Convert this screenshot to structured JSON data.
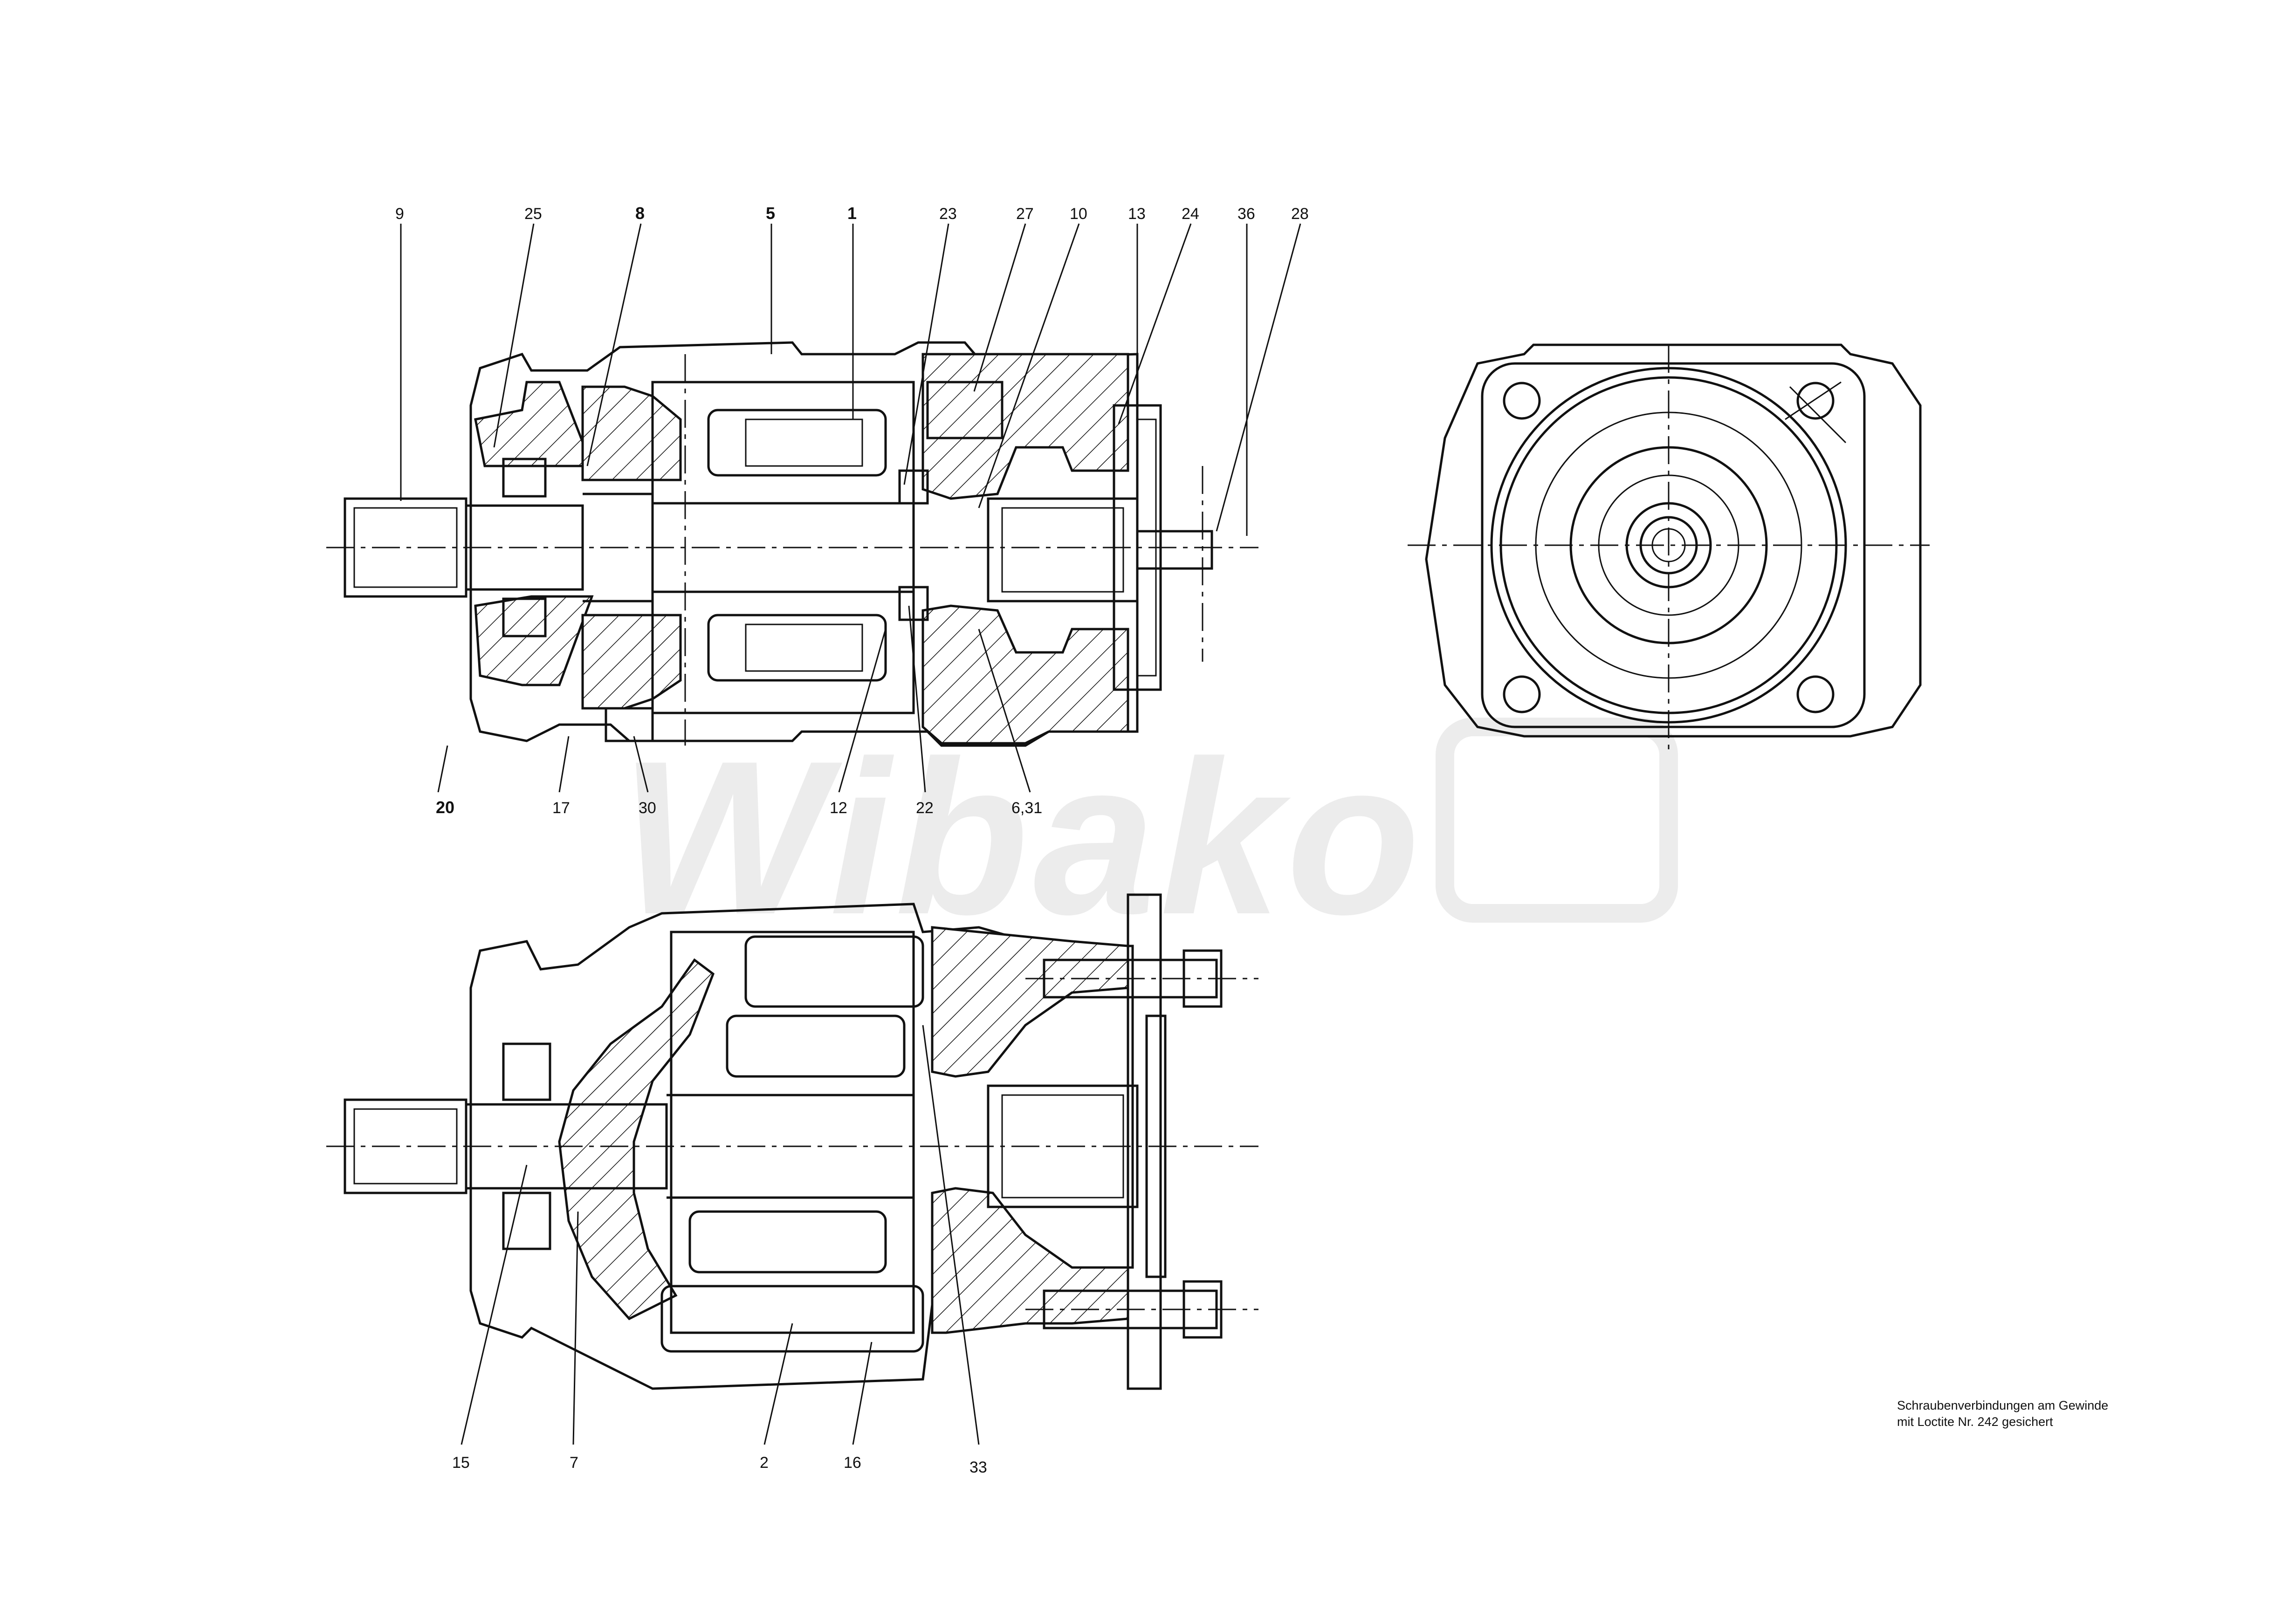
{
  "watermark": "Wibako",
  "callouts": {
    "side_top": [
      "9",
      "25",
      "8",
      "5",
      "1",
      "23",
      "27",
      "10",
      "13",
      "24",
      "36",
      "28"
    ],
    "side_bottom": [
      "20",
      "17",
      "30",
      "12",
      "22",
      "6,31"
    ],
    "section_bottom": [
      "15",
      "7",
      "2",
      "16",
      "33"
    ]
  },
  "note": {
    "line1": "Schraubenverbindungen am Gewinde",
    "line2": "mit Loctite Nr. 242 gesichert"
  }
}
